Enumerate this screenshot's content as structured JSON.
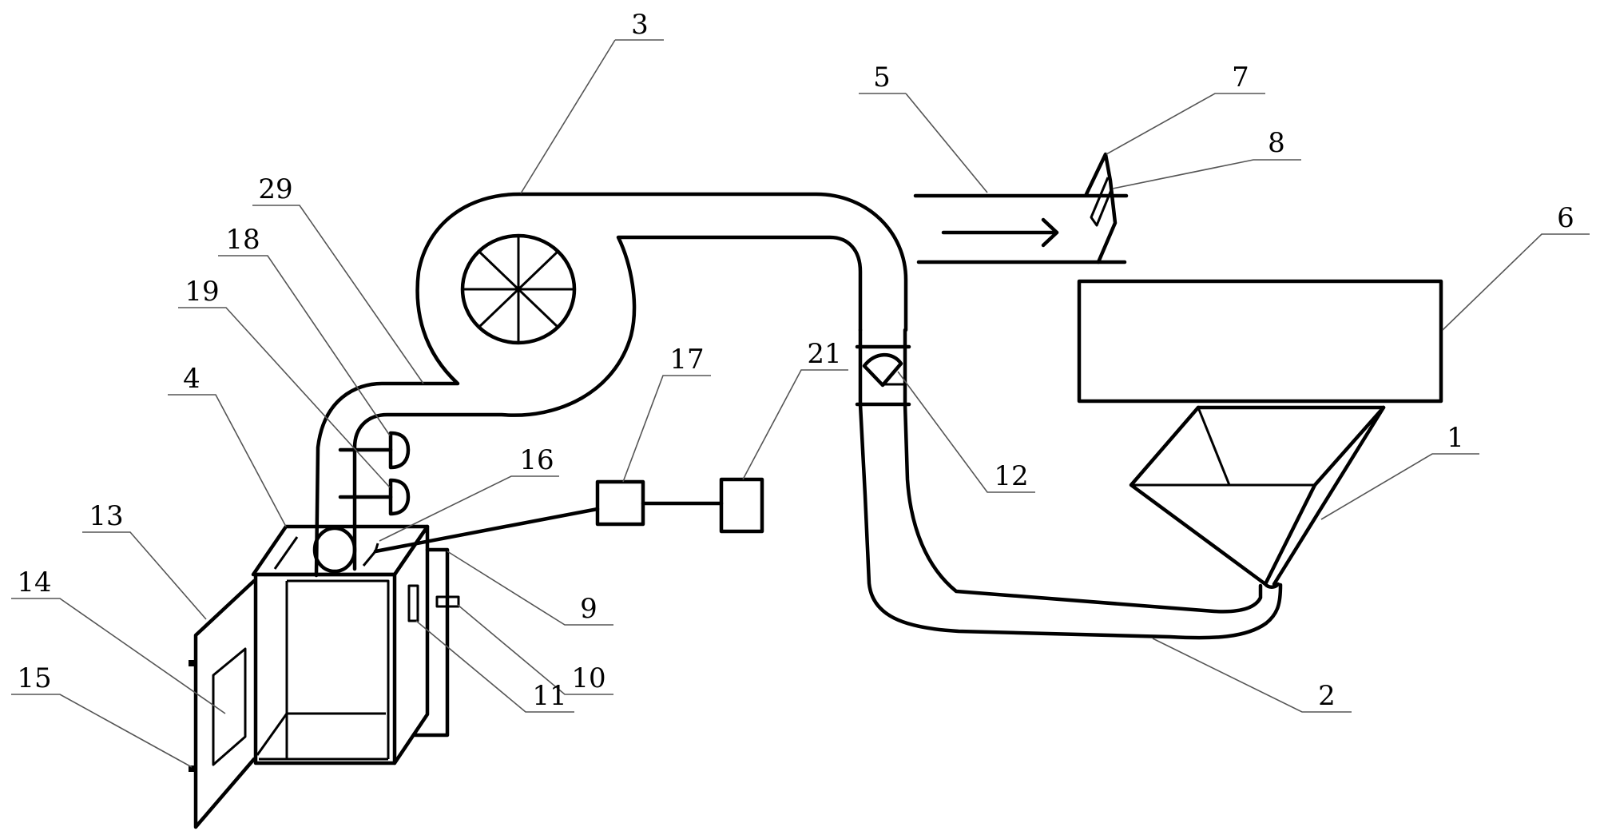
{
  "figure": {
    "type": "patent line drawing",
    "description": "Dust collection / air handling system schematic"
  },
  "labels": {
    "l1": "1",
    "l2": "2",
    "l3": "3",
    "l4": "4",
    "l5": "5",
    "l6": "6",
    "l7": "7",
    "l8": "8",
    "l9": "9",
    "l10": "10",
    "l11": "11",
    "l12": "12",
    "l13": "13",
    "l14": "14",
    "l15": "15",
    "l16": "16",
    "l17": "17",
    "l18": "18",
    "l19": "19",
    "l21": "21",
    "l29": "29"
  },
  "components": {
    "hopper": "1",
    "return_duct": "2",
    "centrifugal_fan": "3",
    "cabinet": "4",
    "outlet_duct": "5",
    "machine_housing": "6",
    "flap": "7",
    "flap_hinge": "8",
    "rear_panel": "9",
    "latch": "10",
    "slot": "11",
    "flow_gauge": "12",
    "door": "13",
    "window": "14",
    "handle": "15",
    "sensor": "16",
    "controller": "17",
    "valve_upper": "18",
    "valve_lower": "19",
    "control_unit": "21",
    "fan_outlet": "29"
  },
  "colors": {
    "line": "#000000",
    "leader": "#555555",
    "background": "#ffffff"
  }
}
